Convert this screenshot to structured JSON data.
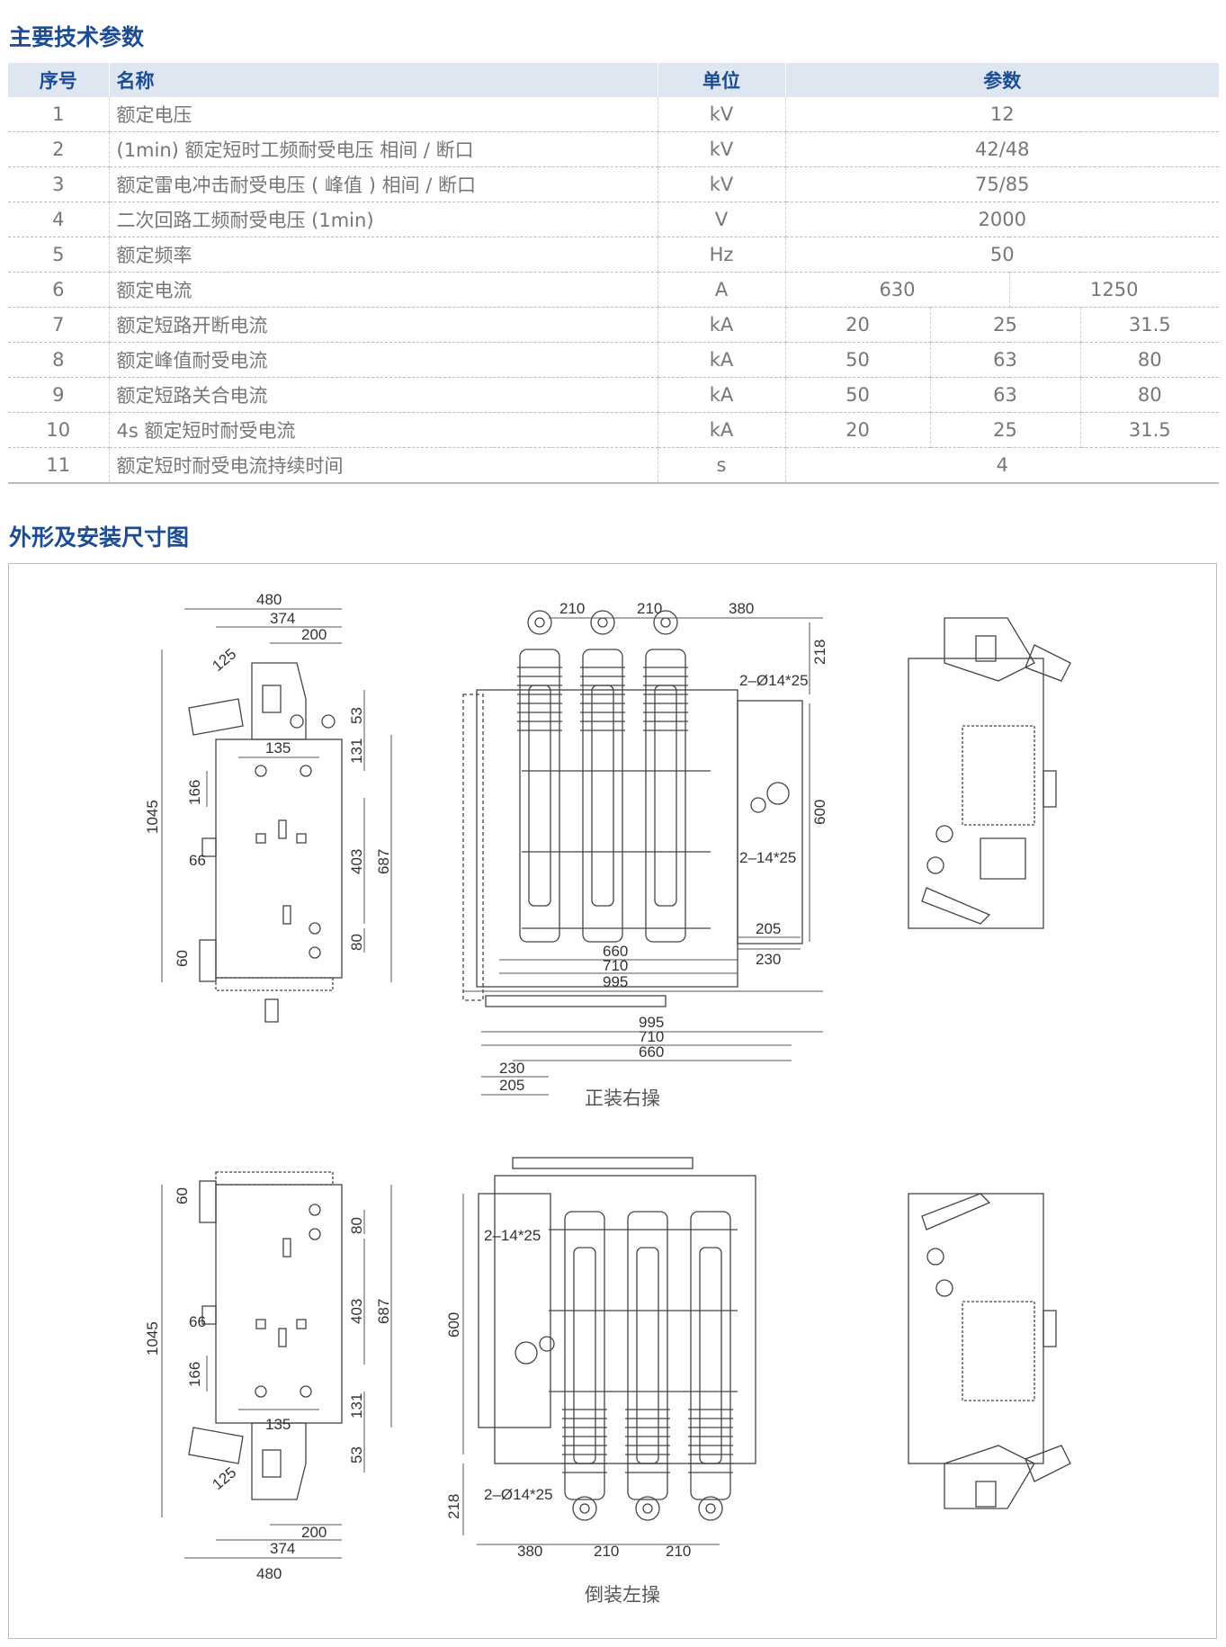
{
  "section1_title": "主要技术参数",
  "section2_title": "外形及安装尺寸图",
  "table": {
    "headers": {
      "no": "序号",
      "name": "名称",
      "unit": "单位",
      "param": "参数"
    },
    "rows": [
      {
        "no": "1",
        "name": "额定电压",
        "unit": "kV",
        "values": [
          "12"
        ]
      },
      {
        "no": "2",
        "name": "(1min) 额定短时工频耐受电压 相间 / 断口",
        "unit": "kV",
        "values": [
          "42/48"
        ]
      },
      {
        "no": "3",
        "name": "额定雷电冲击耐受电压 ( 峰值 ) 相间 / 断口",
        "unit": "kV",
        "values": [
          "75/85"
        ]
      },
      {
        "no": "4",
        "name": "二次回路工频耐受电压 (1min)",
        "unit": "V",
        "values": [
          "2000"
        ]
      },
      {
        "no": "5",
        "name": "额定频率",
        "unit": "Hz",
        "values": [
          "50"
        ]
      },
      {
        "no": "6",
        "name": "额定电流",
        "unit": "A",
        "values": [
          "630",
          "1250"
        ]
      },
      {
        "no": "7",
        "name": "额定短路开断电流",
        "unit": "kA",
        "values": [
          "20",
          "25",
          "31.5"
        ]
      },
      {
        "no": "8",
        "name": "额定峰值耐受电流",
        "unit": "kA",
        "values": [
          "50",
          "63",
          "80"
        ]
      },
      {
        "no": "9",
        "name": "额定短路关合电流",
        "unit": "kA",
        "values": [
          "50",
          "63",
          "80"
        ]
      },
      {
        "no": "10",
        "name": "4s 额定短时耐受电流",
        "unit": "kA",
        "values": [
          "20",
          "25",
          "31.5"
        ]
      },
      {
        "no": "11",
        "name": "额定短时耐受电流持续时间",
        "unit": "s",
        "values": [
          "4"
        ]
      }
    ]
  },
  "drawing": {
    "caption_top": "正装右操",
    "caption_bottom": "倒装左操",
    "dims": {
      "d480": "480",
      "d374": "374",
      "d200": "200",
      "d125": "125",
      "d1045": "1045",
      "d53": "53",
      "d131": "131",
      "d135": "135",
      "d166": "166",
      "d403": "403",
      "d687": "687",
      "d66": "66",
      "d80": "80",
      "d60": "60",
      "d210": "210",
      "d380": "380",
      "d218": "218",
      "d600": "600",
      "d660": "660",
      "d710": "710",
      "d995": "995",
      "d205": "205",
      "d230": "230",
      "hole1": "2–Ø14*25",
      "hole2": "2–14*25"
    }
  }
}
